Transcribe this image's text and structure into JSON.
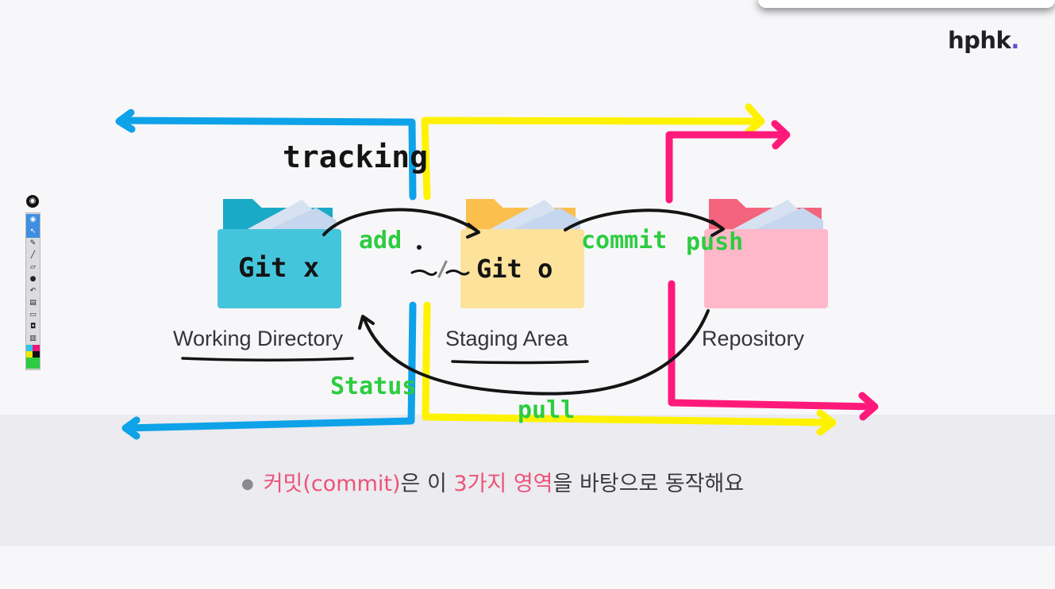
{
  "logo": {
    "text": "hphk",
    "dot": "."
  },
  "diagram": {
    "folders": [
      {
        "label": "Working Directory",
        "content": "Git x",
        "color": "#45c5dc"
      },
      {
        "label": "Staging Area",
        "content": "Git o",
        "color": "#fde29c"
      },
      {
        "label": "Repository",
        "color": "#ffb8c9"
      }
    ],
    "annotations": {
      "tracking": "tracking",
      "add": "add",
      "commit": "commit",
      "push": "push",
      "status": "Status",
      "pull": "pull",
      "scribble": "..../..."
    },
    "ink_colors": {
      "blue": "#0ea2e8",
      "yellow": "#fff200",
      "magenta": "#ff1a7a",
      "green": "#2ecc40",
      "black": "#141414"
    }
  },
  "caption": {
    "part1": "커밋(commit)",
    "part2": "은 이 ",
    "part3": "3가지 영역",
    "part4": "을 바탕으로 동작해요"
  },
  "toolbar": {
    "tools": [
      "eye-icon",
      "cursor-icon",
      "pen-icon",
      "line-icon",
      "eraser-icon",
      "dot-icon",
      "undo-icon",
      "trash-icon",
      "screen-icon",
      "camera-icon",
      "clipboard-icon"
    ],
    "palette": [
      "#2ec4f0",
      "#e6197a",
      "#f5e600",
      "#111111",
      "#2ecc40",
      "#2ecc40"
    ]
  }
}
